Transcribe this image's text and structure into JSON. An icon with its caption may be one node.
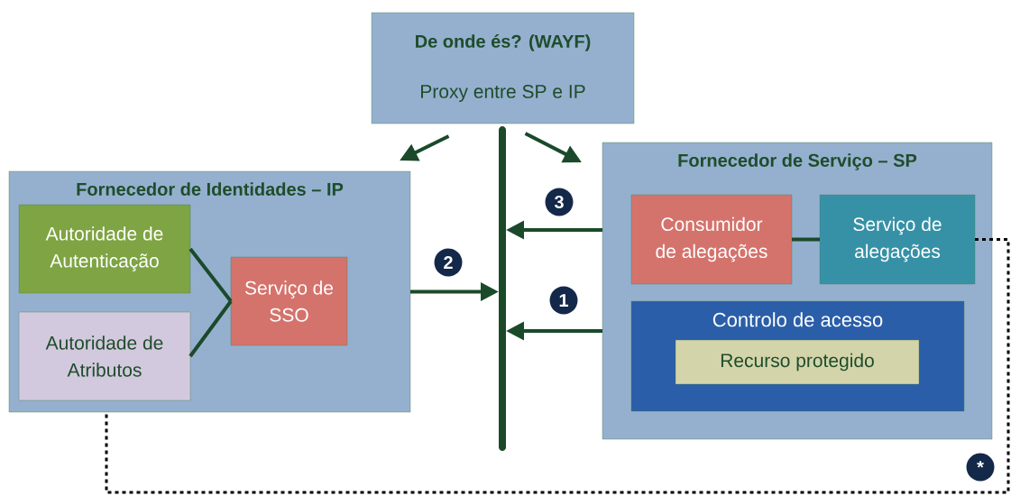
{
  "diagram": {
    "nodes": [
      {
        "text": [
          "De onde és? (WAYF)",
          "Proxy entre SP e IP"
        ]
      },
      {
        "text": [],
        "shape": "bar"
      },
      {
        "text": [
          "Fornecedor de Identidades – IP"
        ]
      },
      {
        "text": [
          "Autoridade de Autenticação"
        ],
        "in": 2
      },
      {
        "text": [
          "Autoridade de Atributos"
        ],
        "in": 2
      },
      {
        "text": [
          "Serviço de SSO"
        ],
        "in": 2
      },
      {
        "text": [
          "Fornecedor de Serviço – SP"
        ]
      },
      {
        "text": [
          "Consumidor de alegações"
        ],
        "in": 6
      },
      {
        "text": [
          "Serviço de alegações"
        ],
        "in": 6
      },
      {
        "text": [
          "Controlo de acesso"
        ],
        "in": 6
      },
      {
        "text": [
          "Recurso protegido"
        ],
        "in": 9
      }
    ],
    "edges": [
      {
        "from": 0,
        "to": 2,
        "arrow": "to"
      },
      {
        "from": 0,
        "to": 6,
        "arrow": "to"
      },
      {
        "from": 3,
        "to": 5,
        "arrow": "none"
      },
      {
        "from": 4,
        "to": 5,
        "arrow": "none"
      },
      {
        "from": 2,
        "to": 1,
        "arrow": "to",
        "label": "2"
      },
      {
        "from": 6,
        "to": 1,
        "arrow": "to",
        "label": "3"
      },
      {
        "from": 6,
        "to": 1,
        "arrow": "to",
        "label": "1"
      },
      {
        "from": 7,
        "to": 8,
        "arrow": "none"
      },
      {
        "from": 8,
        "to": 2,
        "arrow": "none",
        "style": "dashed",
        "color": "#000000",
        "label": "*"
      }
    ]
  }
}
